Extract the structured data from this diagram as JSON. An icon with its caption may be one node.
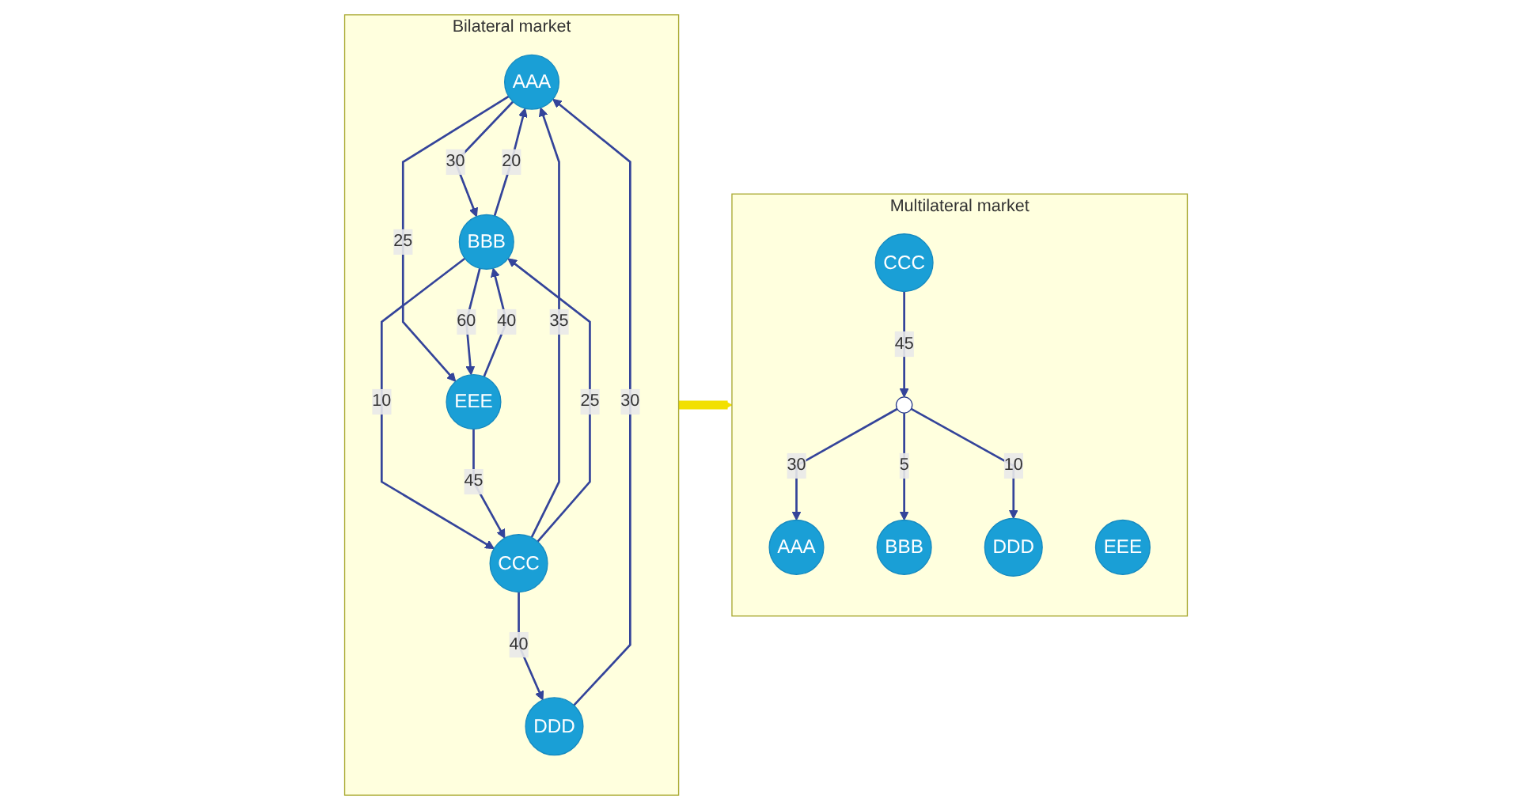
{
  "diagram": {
    "nodes": [
      {
        "text": [
          "Bilateral market"
        ]
      },
      {
        "text": [
          "AAA"
        ],
        "in": 0
      },
      {
        "text": [
          "BBB"
        ],
        "in": 0
      },
      {
        "text": [
          "CCC"
        ],
        "in": 0
      },
      {
        "text": [
          "DDD"
        ],
        "in": 0
      },
      {
        "text": [
          "EEE"
        ],
        "in": 0
      },
      {
        "text": [
          "Multilateral market"
        ]
      },
      {
        "text": [
          "AAA"
        ],
        "in": 6
      },
      {
        "text": [
          "BBB"
        ],
        "in": 6
      },
      {
        "text": [
          "CCC"
        ],
        "in": 6
      },
      {
        "text": [
          "DDD"
        ],
        "in": 6
      },
      {
        "text": [
          "EEE"
        ],
        "in": 6
      },
      {
        "text": [],
        "shape": "circle",
        "in": 6
      }
    ],
    "edges": [
      {
        "from": 1,
        "to": 2,
        "arrow": "to",
        "label": "30"
      },
      {
        "from": 2,
        "to": 1,
        "arrow": "to",
        "label": "20"
      },
      {
        "from": 3,
        "to": 1,
        "arrow": "to",
        "label": "35"
      },
      {
        "from": 3,
        "to": 2,
        "arrow": "to",
        "label": "25"
      },
      {
        "from": 2,
        "to": 3,
        "arrow": "to",
        "label": "10"
      },
      {
        "from": 4,
        "to": 1,
        "arrow": "to",
        "label": "30"
      },
      {
        "from": 1,
        "to": 5,
        "arrow": "to",
        "label": "25"
      },
      {
        "from": 2,
        "to": 5,
        "arrow": "to",
        "label": "60"
      },
      {
        "from": 5,
        "to": 2,
        "arrow": "to",
        "label": "40"
      },
      {
        "from": 3,
        "to": 4,
        "arrow": "to",
        "label": "40"
      },
      {
        "from": 5,
        "to": 3,
        "arrow": "to",
        "label": "45"
      },
      {
        "from": 0,
        "to": 6,
        "arrow": "to",
        "style": "thick",
        "color": "#f2e000"
      },
      {
        "from": 12,
        "to": 7,
        "arrow": "to",
        "label": "30"
      },
      {
        "from": 12,
        "to": 8,
        "arrow": "to",
        "label": "5"
      },
      {
        "from": 9,
        "to": 12,
        "arrow": "to",
        "label": "45"
      },
      {
        "from": 12,
        "to": 10,
        "arrow": "to",
        "label": "10"
      }
    ]
  }
}
